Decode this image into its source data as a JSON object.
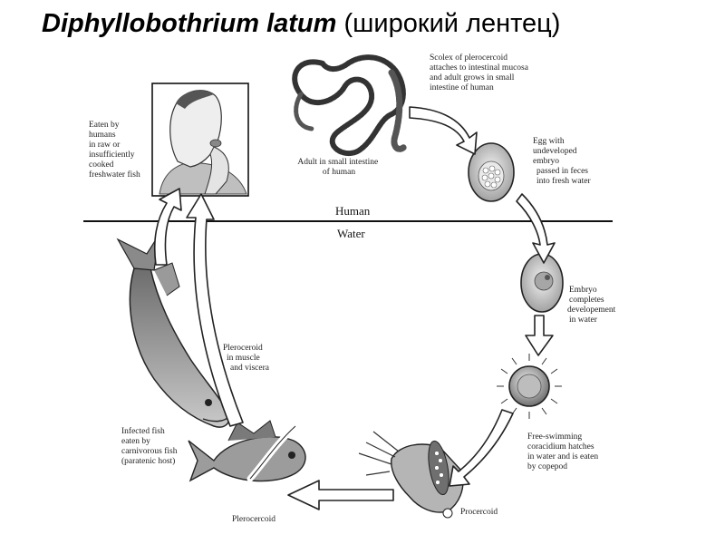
{
  "title": {
    "latin": "Diphyllobothrium latum",
    "native": "(широкий лентец)"
  },
  "zones": {
    "human": "Human",
    "water": "Water"
  },
  "stages": {
    "scolex": [
      "Scolex of plerocercoid",
      "attaches to intestinal mucosa",
      "and adult grows in small",
      "intestine of human"
    ],
    "adult": [
      "Adult in small intestine",
      "of human"
    ],
    "egg": [
      "Egg with",
      "undeveloped",
      "embryo",
      "passed in feces",
      "into fresh water"
    ],
    "embryo": [
      "Embryo",
      "completes",
      "developement",
      "in water"
    ],
    "coracidium": [
      "Free-swimming",
      "coracidium hatches",
      "in water and is eaten",
      "by copepod"
    ],
    "procercoid": [
      "Procercoid"
    ],
    "plerocercoid": [
      "Plerocercoid"
    ],
    "fish_host": [
      "Infected fish",
      "eaten by",
      "carnivorous fish",
      "(paratenic host)"
    ],
    "pleroceroid_tissue": [
      "Pleroceroid",
      "in muscle",
      "and viscera"
    ],
    "eaten_by_humans": [
      "Eaten by",
      "humans",
      "in raw or",
      "insufficiently",
      "cooked",
      "freshwater fish"
    ]
  },
  "colors": {
    "ink": "#111111",
    "shade": "#8a8a8a",
    "light": "#d9d9d9"
  }
}
